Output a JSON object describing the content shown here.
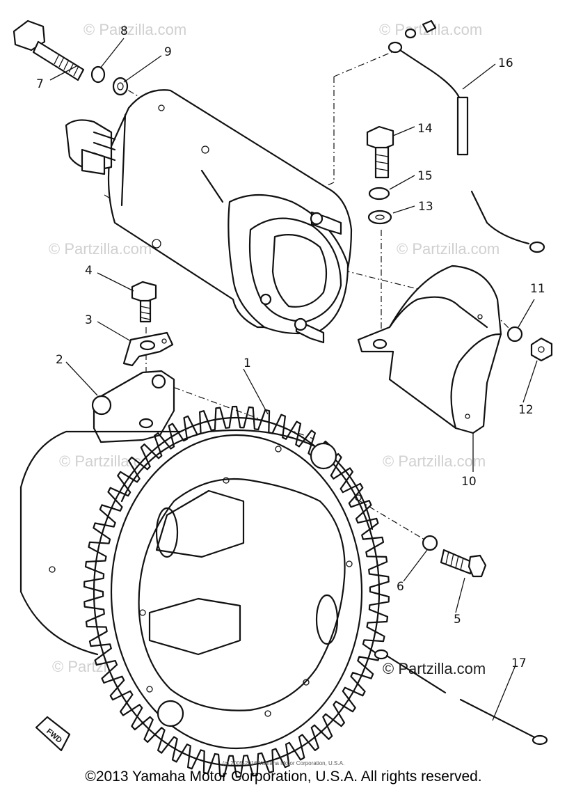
{
  "watermark": {
    "text": "© Partzilla.com",
    "text_dark": "© Partzilla.com"
  },
  "callouts": {
    "c1": "1",
    "c2": "2",
    "c3": "3",
    "c4": "4",
    "c5": "5",
    "c6": "6",
    "c7": "7",
    "c8": "8",
    "c9": "9",
    "c10": "10",
    "c11": "11",
    "c12": "12",
    "c13": "13",
    "c14": "14",
    "c15": "15",
    "c16": "16",
    "c17": "17"
  },
  "fwd_label": "FWD",
  "copyright_small": "(c) 2005-2016 Yamaha Motor Corporation, U.S.A.",
  "copyright": "©2013 Yamaha Motor Corporation, U.S.A. All rights reserved."
}
